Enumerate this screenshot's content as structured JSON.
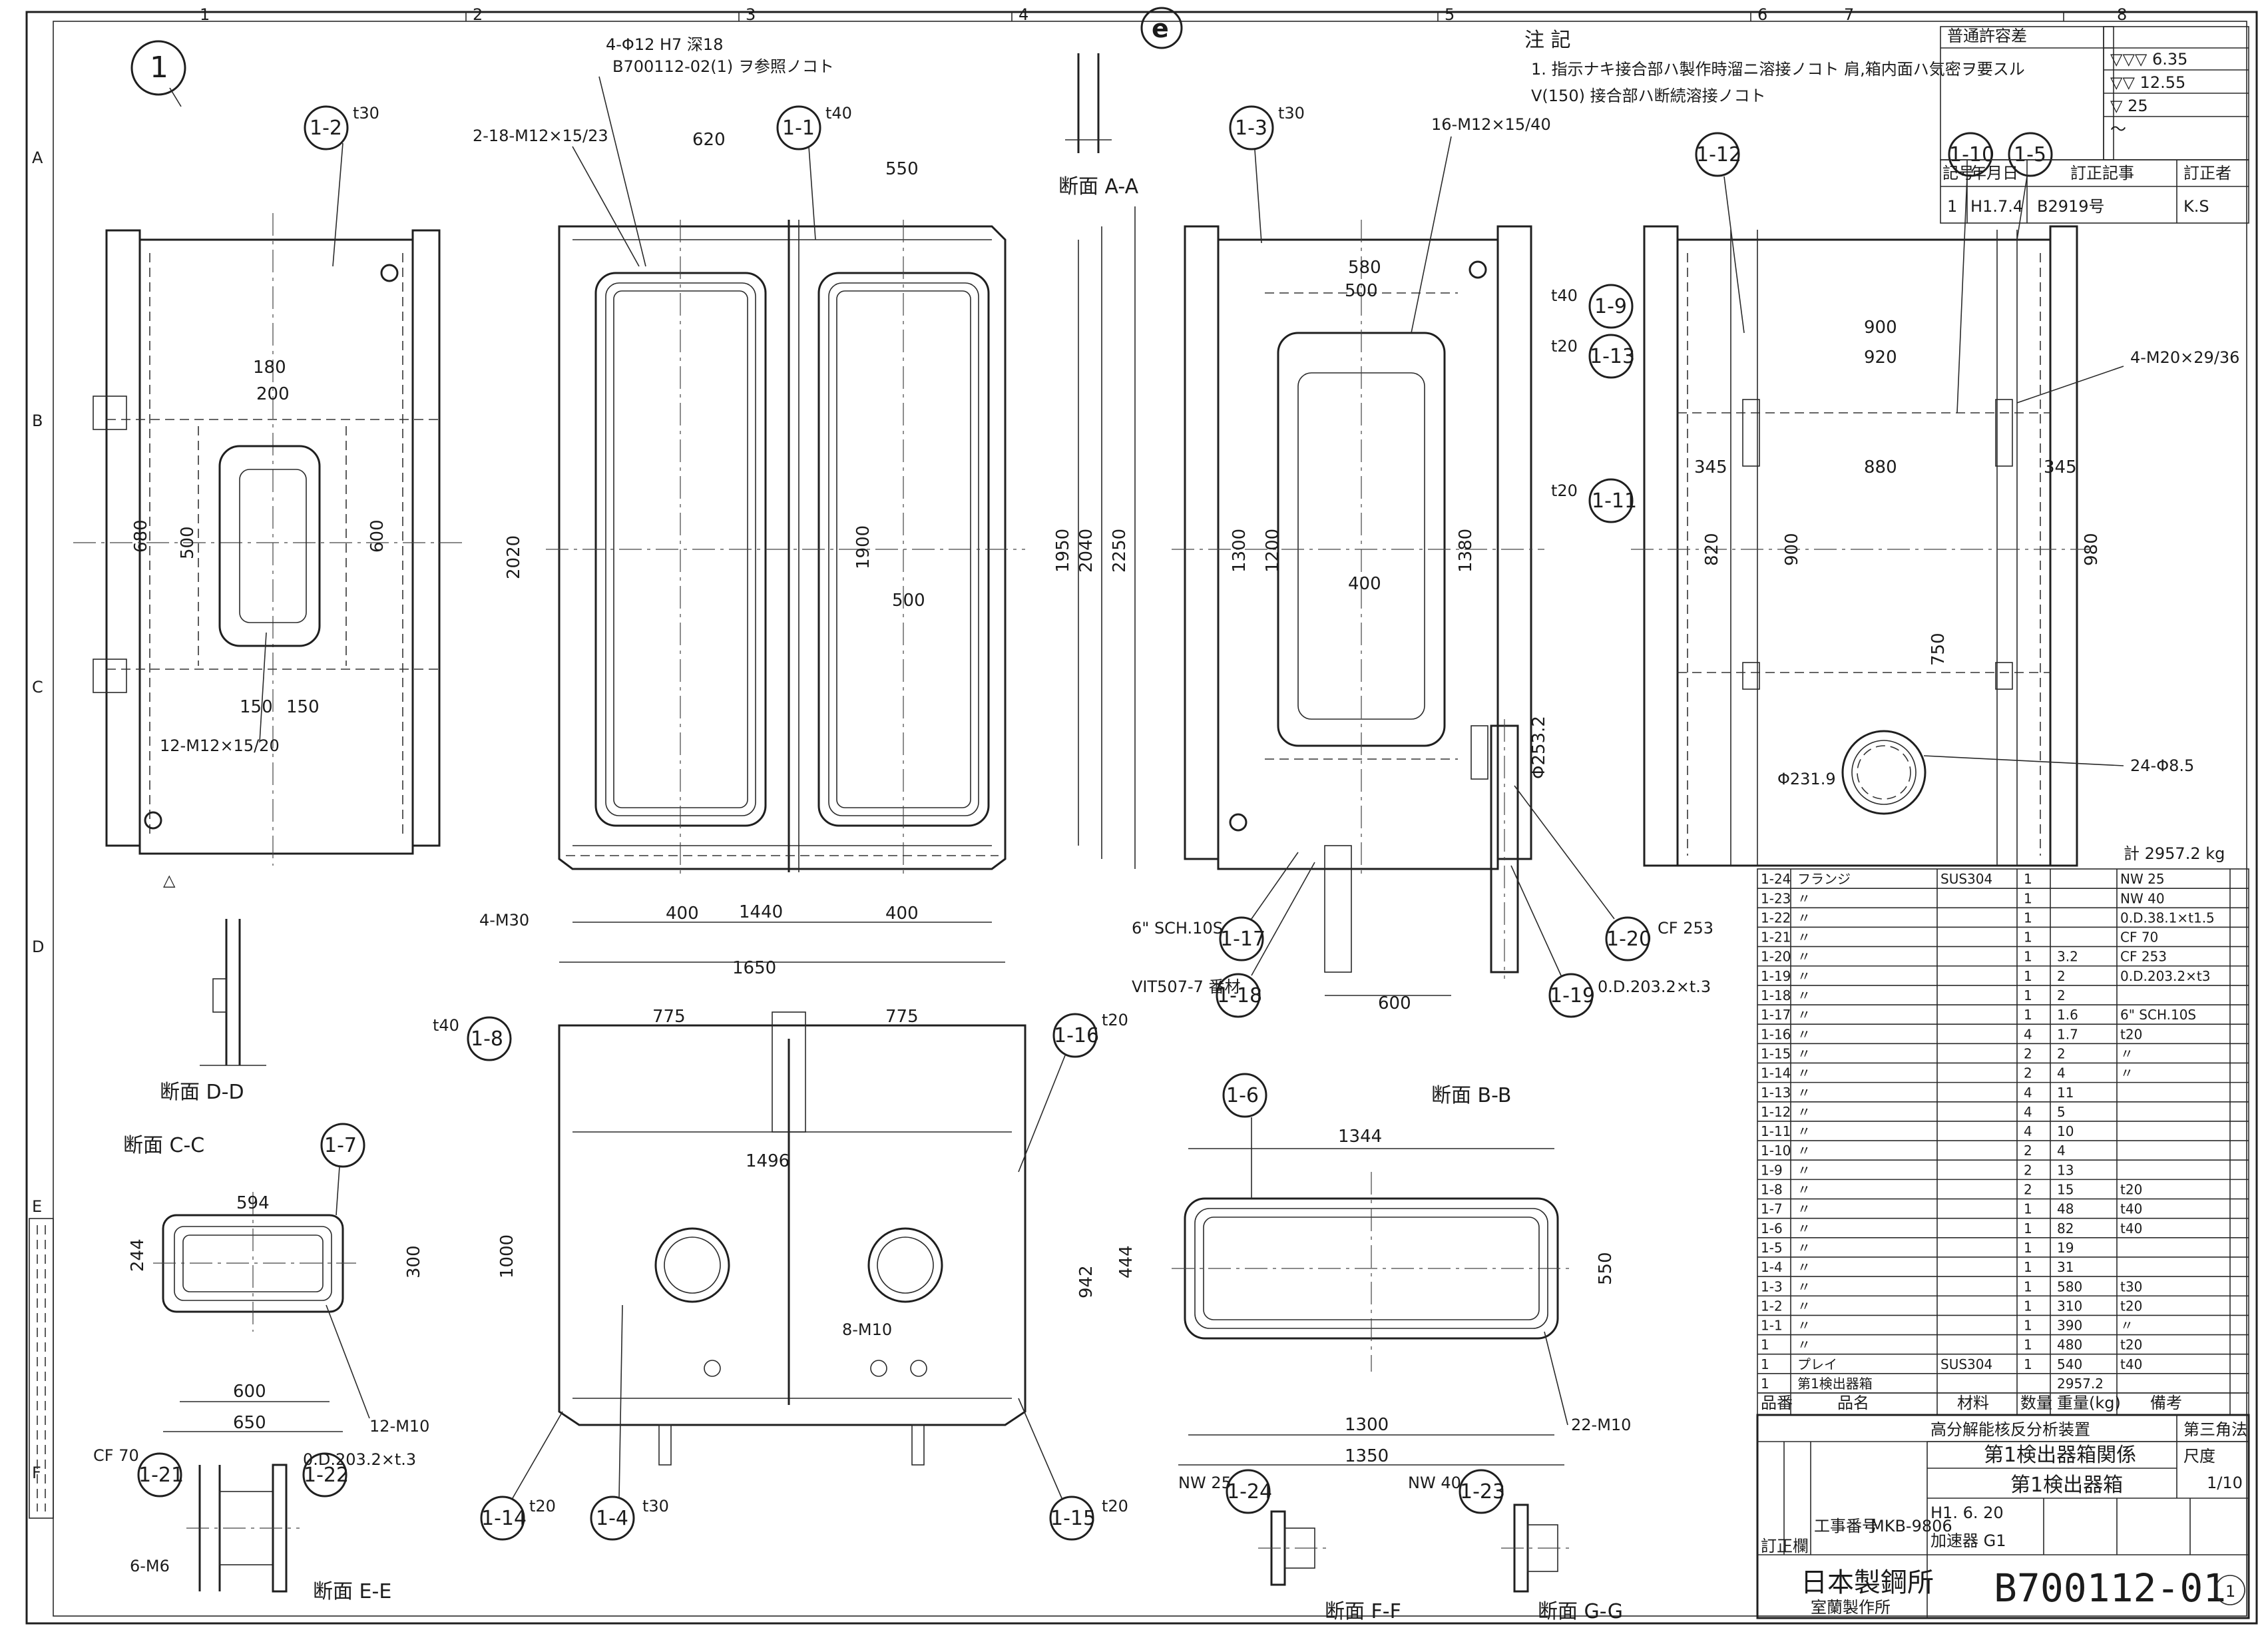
{
  "sheet": {
    "number_symbol": "1",
    "grid_columns": [
      "1",
      "2",
      "3",
      "4",
      "5",
      "6",
      "7",
      "8"
    ],
    "grid_rows": [
      "A",
      "B",
      "C",
      "D",
      "E",
      "F"
    ]
  },
  "notes": {
    "heading": "注 記",
    "line1": "1. 指示ナキ接合部ハ製作時溜ニ溶接ノコト 肩,箱内面ハ気密ヲ要スル",
    "line2": "V(150) 接合部ハ断続溶接ノコト"
  },
  "views": {
    "section_aa": "断面 A-A",
    "section_bb": "断面 B-B",
    "section_cc": "断面 C-C",
    "section_dd": "断面 D-D",
    "section_ee": "断面 E-E",
    "section_ff": "断面 F-F",
    "section_gg": "断面 G-G"
  },
  "callouts": [
    "1-1",
    "1-2",
    "1-3",
    "1-4",
    "1-5",
    "1-6",
    "1-7",
    "1-8",
    "1-9",
    "1-10",
    "1-11",
    "1-12",
    "1-13",
    "1-14",
    "1-15",
    "1-16",
    "1-17",
    "1-18",
    "1-19",
    "1-20",
    "1-21",
    "1-22",
    "1-23",
    "1-24"
  ],
  "dims": {
    "d1650": "1650",
    "d1440": "1440",
    "d400": "400",
    "d2250": "2250",
    "d2040": "2040",
    "d2020": "2020",
    "d1950": "1950",
    "d1900": "1900",
    "d500": "500",
    "d550": "550",
    "d620": "620",
    "d600": "600",
    "d680": "680",
    "d180": "180",
    "d200": "200",
    "d1200": "1200",
    "d1300": "1300",
    "d1380": "1380",
    "d980": "980",
    "d920": "920",
    "d900": "900",
    "d880": "880",
    "d345": "345",
    "d820": "820",
    "d750": "750",
    "d775": "775",
    "d1496": "1496",
    "d942": "942",
    "d1344": "1344",
    "d1300b": "1300",
    "d1350": "1350",
    "d444": "444",
    "d650": "650",
    "d594": "594",
    "d244": "244",
    "d300": "300",
    "d150": "150"
  },
  "annotations": {
    "a1": "4-Φ12 H7 深18",
    "a2": "2-18-M12×15/23",
    "a3": "16-M12×15/40",
    "a4": "4-M20×29/36",
    "a5": "24-Φ8.5",
    "a6": "12-M12×15/20",
    "a7": "12-M10",
    "a8": "22-M10",
    "a9": "6-M6",
    "a10": "4-M30",
    "a11": "Φ231.9",
    "a12": "計 2957.2 kg",
    "a13": "CF 253",
    "a14": "CF 70",
    "a15": "NW 25",
    "a16": "NW 40",
    "a17": "0.D.203.2×t.3",
    "a18": "VIT507-7 番材",
    "a19": "6\" SCH.10S",
    "a20": "t30",
    "a21": "t40",
    "a22": "t20",
    "a23": "B700112-02(1) ヲ参照ノコト"
  },
  "parts_list": {
    "rows": [
      {
        "no": "1-24",
        "name": "フランジ",
        "mat": "SUS304",
        "qty": "1",
        "wt": "",
        "rem": "NW 25"
      },
      {
        "no": "1-23",
        "name": "〃",
        "mat": "",
        "qty": "1",
        "wt": "",
        "rem": "NW 40"
      },
      {
        "no": "1-22",
        "name": "〃",
        "mat": "",
        "qty": "1",
        "wt": "",
        "rem": "0.D.38.1×t1.5"
      },
      {
        "no": "1-21",
        "name": "〃",
        "mat": "",
        "qty": "1",
        "wt": "",
        "rem": "CF 70"
      },
      {
        "no": "1-20",
        "name": "〃",
        "mat": "",
        "qty": "1",
        "wt": "3.2",
        "rem": "CF 253"
      },
      {
        "no": "1-19",
        "name": "〃",
        "mat": "",
        "qty": "1",
        "wt": "2",
        "rem": "0.D.203.2×t3"
      },
      {
        "no": "1-18",
        "name": "〃",
        "mat": "",
        "qty": "1",
        "wt": "2",
        "rem": ""
      },
      {
        "no": "1-17",
        "name": "〃",
        "mat": "",
        "qty": "1",
        "wt": "1.6",
        "rem": "6\" SCH.10S"
      },
      {
        "no": "1-16",
        "name": "〃",
        "mat": "",
        "qty": "4",
        "wt": "1.7",
        "rem": "t20"
      },
      {
        "no": "1-15",
        "name": "〃",
        "mat": "",
        "qty": "2",
        "wt": "2",
        "rem": "〃"
      },
      {
        "no": "1-14",
        "name": "〃",
        "mat": "",
        "qty": "2",
        "wt": "4",
        "rem": "〃"
      },
      {
        "no": "1-13",
        "name": "〃",
        "mat": "",
        "qty": "4",
        "wt": "11",
        "rem": ""
      },
      {
        "no": "1-12",
        "name": "〃",
        "mat": "",
        "qty": "4",
        "wt": "5",
        "rem": ""
      },
      {
        "no": "1-11",
        "name": "〃",
        "mat": "",
        "qty": "4",
        "wt": "10",
        "rem": ""
      },
      {
        "no": "1-10",
        "name": "〃",
        "mat": "",
        "qty": "2",
        "wt": "4",
        "rem": ""
      },
      {
        "no": "1-9",
        "name": "〃",
        "mat": "",
        "qty": "2",
        "wt": "13",
        "rem": ""
      },
      {
        "no": "1-8",
        "name": "〃",
        "mat": "",
        "qty": "2",
        "wt": "15",
        "rem": "t20"
      },
      {
        "no": "1-7",
        "name": "〃",
        "mat": "",
        "qty": "1",
        "wt": "48",
        "rem": "t40"
      },
      {
        "no": "1-6",
        "name": "〃",
        "mat": "",
        "qty": "1",
        "wt": "82",
        "rem": "t40"
      },
      {
        "no": "1-5",
        "name": "〃",
        "mat": "",
        "qty": "1",
        "wt": "19",
        "rem": ""
      },
      {
        "no": "1-4",
        "name": "〃",
        "mat": "",
        "qty": "1",
        "wt": "31",
        "rem": ""
      },
      {
        "no": "1-3",
        "name": "〃",
        "mat": "",
        "qty": "1",
        "wt": "580",
        "rem": "t30"
      },
      {
        "no": "1-2",
        "name": "〃",
        "mat": "",
        "qty": "1",
        "wt": "310",
        "rem": "t20"
      },
      {
        "no": "1-1",
        "name": "〃",
        "mat": "",
        "qty": "1",
        "wt": "390",
        "rem": "〃"
      },
      {
        "no": "1",
        "name": "〃",
        "mat": "",
        "qty": "1",
        "wt": "480",
        "rem": "t20"
      },
      {
        "no": "1",
        "name": "プレイ",
        "mat": "SUS304",
        "qty": "1",
        "wt": "540",
        "rem": "t40"
      },
      {
        "no": "1",
        "name": "第1検出器箱",
        "mat": "",
        "qty": "",
        "wt": "2957.2",
        "rem": ""
      }
    ],
    "header": {
      "no": "品番",
      "name": "品名",
      "mat": "材料",
      "qty": "数量",
      "wt": "重量(kg)",
      "rem": "備考"
    }
  },
  "title_block": {
    "project": "高分解能核反分析装置",
    "assembly": "第1検出器箱関係",
    "part": "第1検出器箱",
    "scale_label": "尺度",
    "scale": "1/10",
    "angle": "第三角法",
    "date": "H1. 6. 20",
    "order_no": "工事番号",
    "order_value": "MKB-9806",
    "product": "加速器 G1",
    "company": "日本製鋼所",
    "works": "室蘭製作所",
    "drawing_no": "B700112-01",
    "revision": "1",
    "revision_label": "訂正欄"
  },
  "rev_table": {
    "header": [
      "記号",
      "年月日",
      "訂正記事",
      "訂正者"
    ],
    "row": [
      "1",
      "H1.7.4",
      "B2919号",
      "K.S"
    ]
  },
  "tol_table": {
    "title": "普通許容差",
    "rows": [
      "▽▽▽ 6.35",
      "▽▽ 12.55",
      "▽ 25",
      "～"
    ]
  }
}
